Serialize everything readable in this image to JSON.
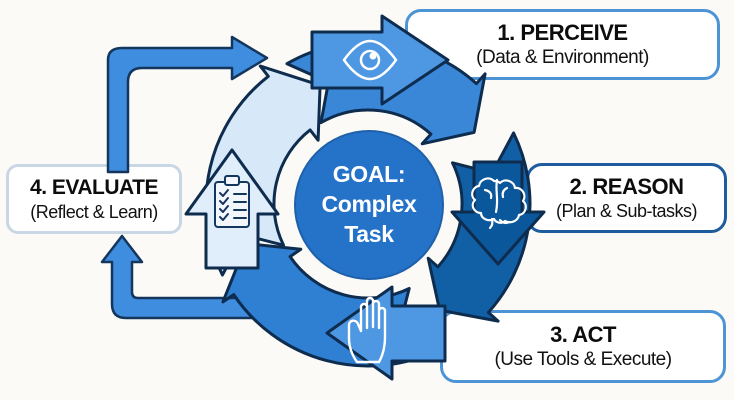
{
  "center": {
    "lines": [
      "GOAL:",
      "Complex",
      "Task"
    ]
  },
  "stages": [
    {
      "id": "perceive",
      "title": "1. PERCEIVE",
      "subtitle": "(Data & Environment)"
    },
    {
      "id": "reason",
      "title": "2. REASON",
      "subtitle": "(Plan & Sub-tasks)"
    },
    {
      "id": "act",
      "title": "3. ACT",
      "subtitle": "(Use Tools & Execute)"
    },
    {
      "id": "evaluate",
      "title": "4. EVALUATE",
      "subtitle": "(Reflect & Learn)"
    }
  ],
  "icons": {
    "top": "eye-icon",
    "right": "brain-icon",
    "bottom": "hand-icon",
    "left": "checklist-icon"
  },
  "colors": {
    "background": "#FBFAF6",
    "outline": "#0E2C4E",
    "arc_top": "#3A87D8",
    "arc_right": "#1160A6",
    "arc_bottom": "#2F7FD2",
    "arc_left": "#D7E8F8",
    "arrow_eye": "#4E98E3",
    "arrow_brain": "#0B579C",
    "arrow_hand": "#4E98E3",
    "arrow_checklist": "#E0EDFB",
    "elbow": "#3E8DDE",
    "goal_fill": "#2573C8",
    "goal_text": "#FFFFFF",
    "border_perceive": "#4D94D6",
    "border_reason": "#1E5C9E",
    "border_act": "#4D94D6",
    "border_evaluate": "#C9D6E4",
    "text": "#0D0D0D"
  }
}
